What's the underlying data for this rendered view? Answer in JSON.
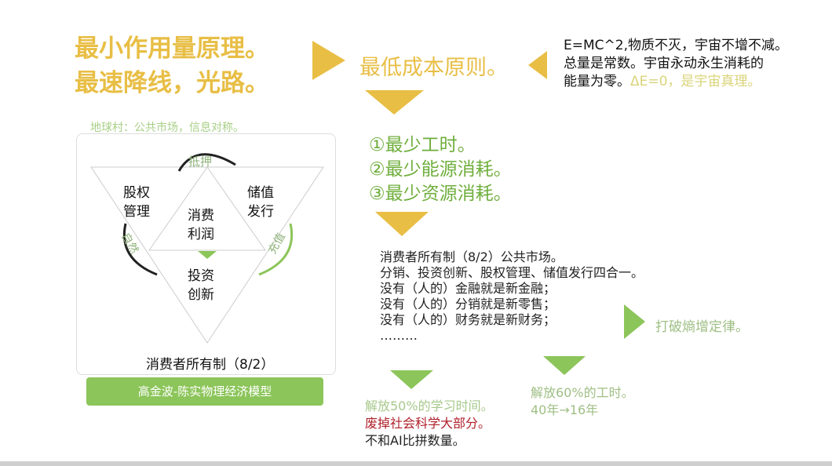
{
  "headline": {
    "line1": "最小作用量原理。",
    "line2": "最速降线，光路。"
  },
  "principle": "最低成本原则。",
  "physics": {
    "line1": "E=MC^2,物质不灭，宇宙不增不减。",
    "line2": "总量是常数。宇宙永动永生消耗的",
    "line3_black": "能量为零。",
    "line3_highlight": "ΔE=0，是宇宙真理。"
  },
  "minimums": [
    "①最少工时。",
    "②最少能源消耗。",
    "③最少资源消耗。"
  ],
  "block": [
    "消费者所有制（8/2）公共市场。",
    "分销、投资创新、股权管理、储值发行四合一。",
    "没有（人的）金融就是新金融；",
    "没有（人的）分销就是新零售；",
    "没有（人的）财务就是新财务；",
    "………"
  ],
  "entropy": "打破熵增定律。",
  "bottom_left": {
    "line1": "解放50%的学习时间。",
    "line2": "废掉社会科学大部分。",
    "line3": "不和AI比拼数量。"
  },
  "bottom_right": {
    "line1": "解放60%的工时。",
    "line2": "40年→16年"
  },
  "model": {
    "caption": "地球村：公共市场，信息对称。",
    "top_left": "股权\n管理",
    "top_right": "储值\n发行",
    "center": "消费\n利润",
    "bottom": "投资\n创新",
    "arc_top": "抵押",
    "arc_left": "自然",
    "arc_right": "充值",
    "footer": "消费者所有制（8/2）",
    "banner": "高金波-陈实物理经济模型"
  },
  "colors": {
    "yellow": "#e8be45",
    "green": "#6fae3c",
    "light_green": "#8cc55a"
  }
}
